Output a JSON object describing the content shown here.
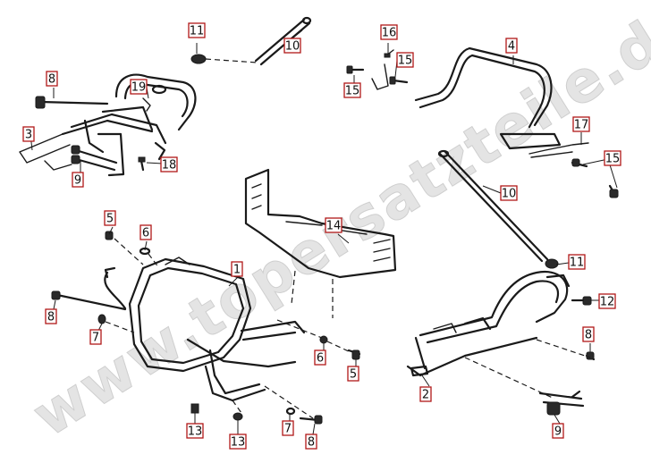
{
  "diagram": {
    "watermark": "www.topersatzteile.de",
    "callouts": [
      "11",
      "10",
      "16",
      "4",
      "15",
      "15",
      "8",
      "19",
      "3",
      "9",
      "18",
      "17",
      "15",
      "10",
      "5",
      "6",
      "14",
      "1",
      "8",
      "7",
      "11",
      "12",
      "8",
      "6",
      "5",
      "2",
      "13",
      "13",
      "7",
      "8",
      "9"
    ]
  }
}
